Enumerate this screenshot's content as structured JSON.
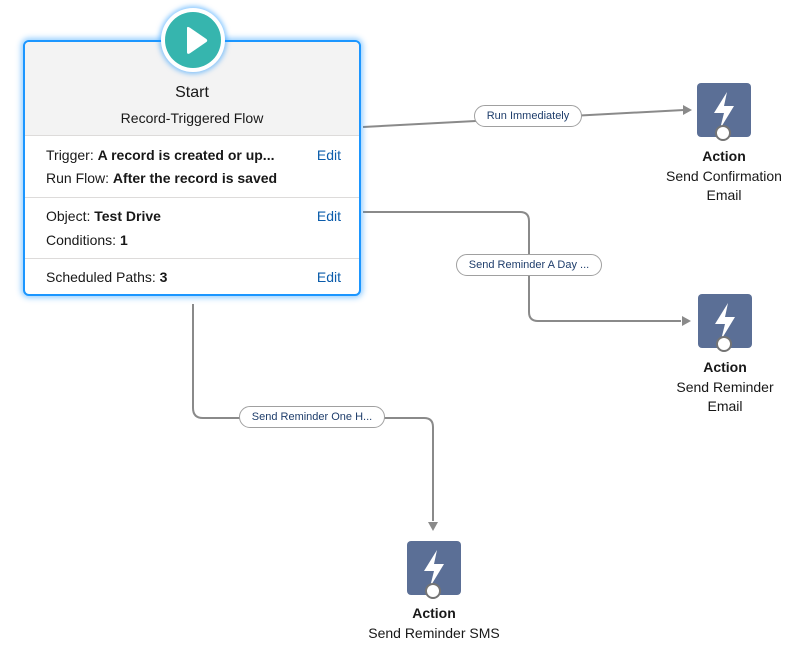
{
  "start": {
    "title": "Start",
    "subtitle": "Record-Triggered Flow",
    "trigger_label": "Trigger:",
    "trigger_value": "A record is created or up...",
    "run_flow_label": "Run Flow:",
    "run_flow_value": "After the record is saved",
    "object_label": "Object:",
    "object_value": "Test Drive",
    "conditions_label": "Conditions:",
    "conditions_value": "1",
    "scheduled_label": "Scheduled Paths:",
    "scheduled_value": "3",
    "edit_label": "Edit"
  },
  "paths": [
    {
      "label": "Run Immediately"
    },
    {
      "label": "Send Reminder A Day ..."
    },
    {
      "label": "Send Reminder One H..."
    }
  ],
  "actions": [
    {
      "type_label": "Action",
      "name_line1": "Send Confirmation",
      "name_line2": "Email"
    },
    {
      "type_label": "Action",
      "name_line1": "Send Reminder",
      "name_line2": "Email"
    },
    {
      "type_label": "Action",
      "name_line1": "Send Reminder SMS",
      "name_line2": ""
    }
  ],
  "colors": {
    "start_icon": "#36b5ae",
    "action_icon": "#5b6f96",
    "selected_border": "#1b96ff",
    "link": "#0b5cab",
    "connector": "#8a8a8a"
  }
}
